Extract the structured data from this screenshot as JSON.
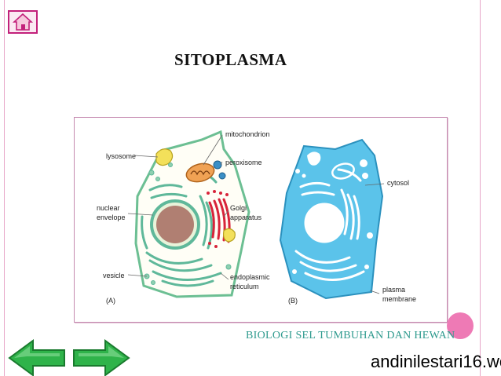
{
  "slide": {
    "title": "SITOPLASMA",
    "footer": "BIOLOGI SEL TUMBUHAN DAN HEWAN",
    "watermark": "andinilestari16.wo"
  },
  "navigation": {
    "home_icon": "home-icon",
    "prev_icon": "arrow-left-icon",
    "next_icon": "arrow-right-icon"
  },
  "figure": {
    "labels": {
      "lysosome": "lysosome",
      "mitochondrion": "mitochondrion",
      "peroxisome": "peroxisome",
      "nuclear": "nuclear",
      "envelope": "envelope",
      "golgi": "Golgi",
      "apparatus": "apparatus",
      "vesicle": "vesicle",
      "endoplasmic": "endoplasmic",
      "reticulum": "reticulum",
      "cytosol": "cytosol",
      "plasma": "plasma",
      "membrane": "membrane",
      "panel_a": "(A)",
      "panel_b": "(B)"
    }
  },
  "colors": {
    "frame": "#c2207a",
    "cytosol_blue": "#5bc3ea",
    "er_green": "#5fb89a",
    "golgi_red": "#d8243a",
    "nucleus_brown": "#b07f72",
    "footer_teal": "#2e9a8e",
    "arrow_green": "#2fb34a"
  }
}
